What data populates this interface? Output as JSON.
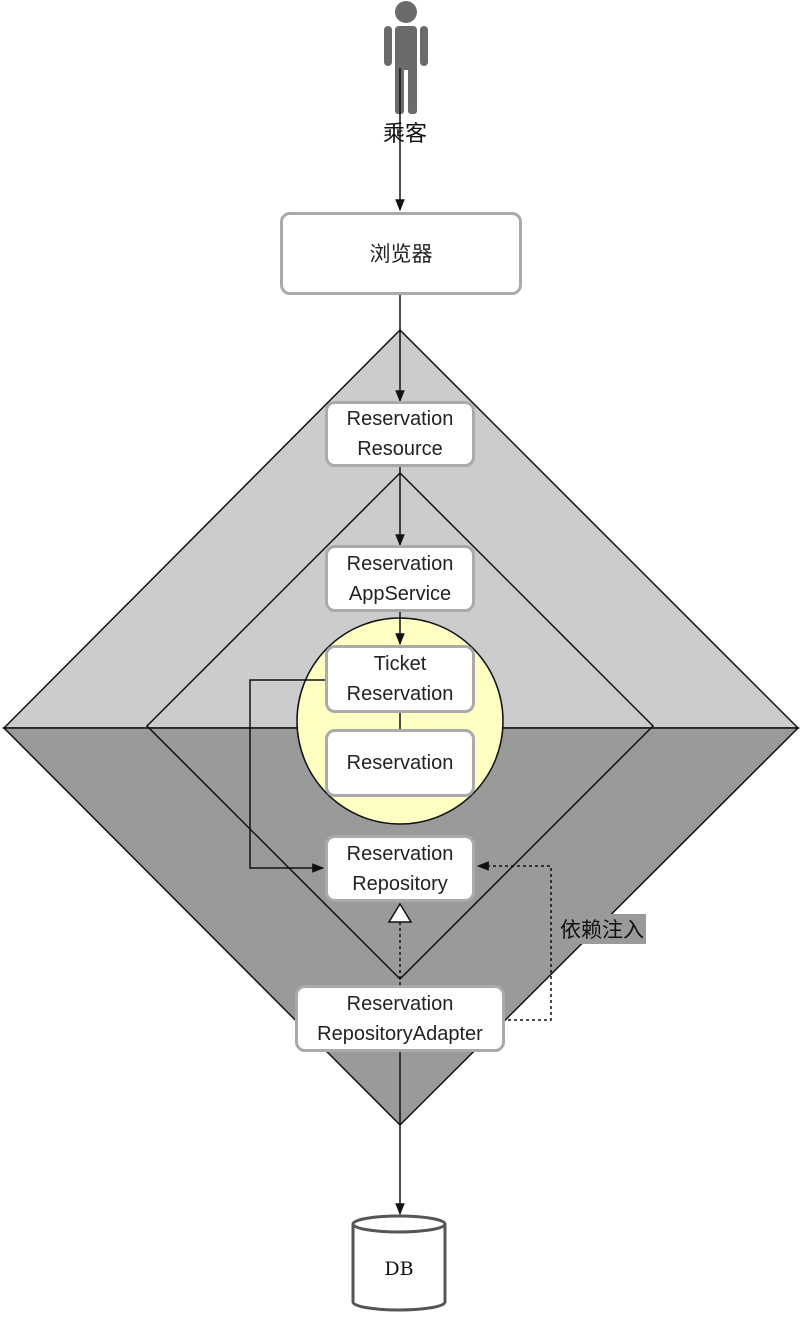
{
  "actor": {
    "label": "乘客",
    "icon": "person-icon"
  },
  "browser": {
    "label": "浏览器"
  },
  "nodes": {
    "resource": "Reservation\nResource",
    "app_service": "Reservation\nAppService",
    "ticket_reservation": "Ticket\nReservation",
    "reservation": "Reservation",
    "repository": "Reservation\nRepository",
    "repository_adapter": "Reservation\nRepositoryAdapter"
  },
  "dependency_injection_label": "依赖注入",
  "database": {
    "label": "DB",
    "icon": "database-cylinder-icon"
  },
  "colors": {
    "outer_upper": "#cccccc",
    "outer_lower": "#9a9a9a",
    "domain_circle": "#ffffc4",
    "box_border": "#aaaaaa",
    "person": "#6b6b6b"
  }
}
